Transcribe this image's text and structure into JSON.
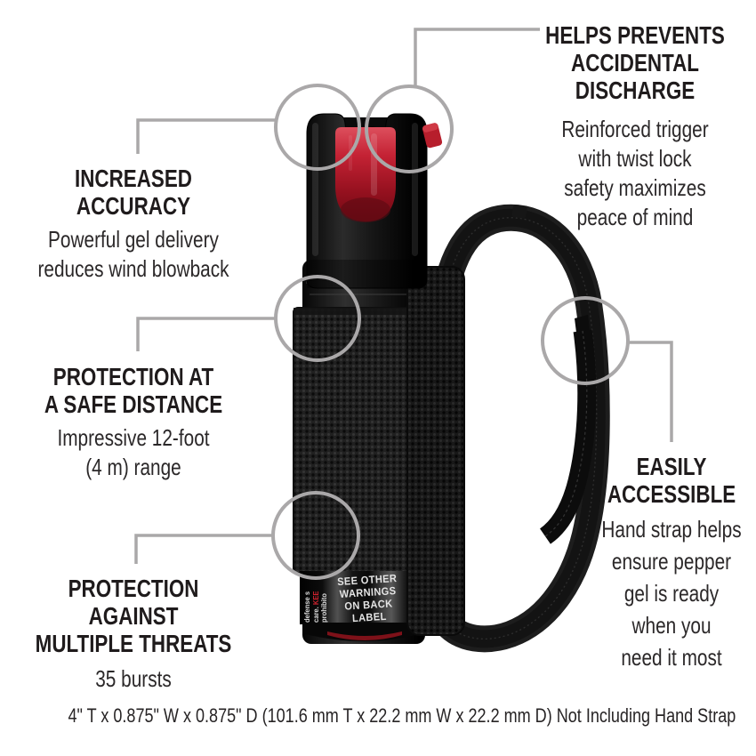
{
  "colors": {
    "accent_red": "#c42234",
    "connector_gray": "#aaa8a9",
    "text_dark": "#1f1b1c",
    "background": "#ffffff"
  },
  "callouts": {
    "discharge": {
      "title": "HELPS PREVENTS\nACCIDENTAL\nDISCHARGE",
      "body": "Reinforced trigger\nwith twist lock\nsafety maximizes\npeace of mind"
    },
    "accuracy": {
      "title": "INCREASED ACCURACY",
      "body": "Powerful gel delivery\nreduces wind blowback"
    },
    "distance": {
      "title": "PROTECTION AT\nA SAFE DISTANCE",
      "body": "Impressive 12-foot\n(4 m) range"
    },
    "threats": {
      "title": "PROTECTION AGAINST\nMULTIPLE THREATS",
      "body": "35 bursts"
    },
    "accessible": {
      "title": "EASILY\nACCESSIBLE",
      "body": "Hand strap helps\nensure pepper\ngel is ready\nwhen you\nneed it most"
    }
  },
  "product": {
    "label_text": "SEE OTHER\nWARNINGS\nON BACK LABEL",
    "side_text_line1": "defense s",
    "side_text_line2_white": "care. ",
    "side_text_line2_red": "KEE",
    "side_text_line3": "prohibito"
  },
  "footer": {
    "dimensions": "4\" T x 0.875\" W x 0.875\" D (101.6 mm T x 22.2 mm W x 22.2 mm D) Not Including Hand Strap"
  }
}
